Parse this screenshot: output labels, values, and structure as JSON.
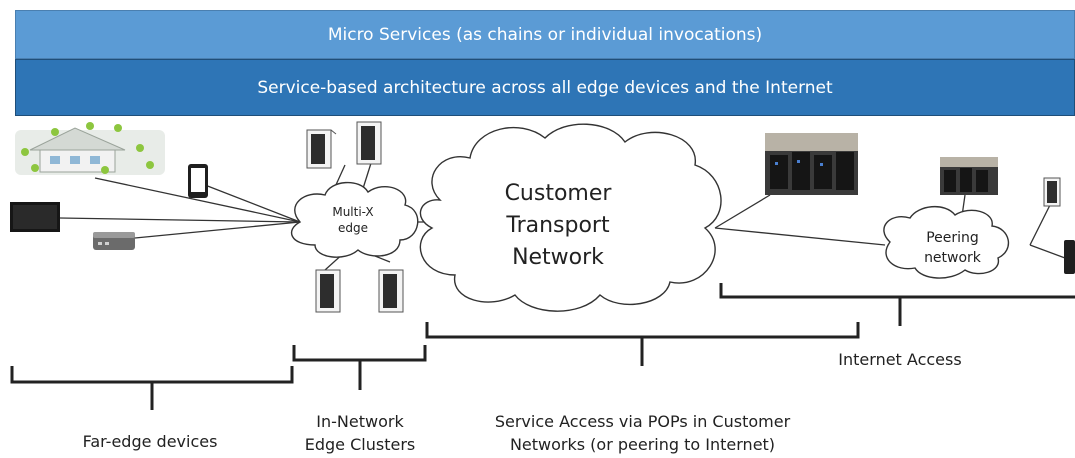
{
  "bands": {
    "top": "Micro Services (as chains or individual invocations)",
    "bottom": "Service-based architecture across all edge devices and the Internet"
  },
  "clouds": {
    "multix_line1": "Multi-X",
    "multix_line2": "edge",
    "transport_line1": "Customer",
    "transport_line2": "Transport",
    "transport_line3": "Network",
    "peering_line1": "Peering",
    "peering_line2": "network"
  },
  "brackets": {
    "far_edge": "Far-edge devices",
    "in_network_line1": "In-Network",
    "in_network_line2": "Edge Clusters",
    "service_access_line1": "Service Access via POPs in Customer",
    "service_access_line2": "Networks (or peering to Internet)",
    "internet_access": "Internet Access"
  },
  "icons": [
    "smart-home-icon",
    "smartphone-icon",
    "television-icon",
    "mini-pc-icon",
    "server-rack-icon",
    "datacenter-icon"
  ]
}
